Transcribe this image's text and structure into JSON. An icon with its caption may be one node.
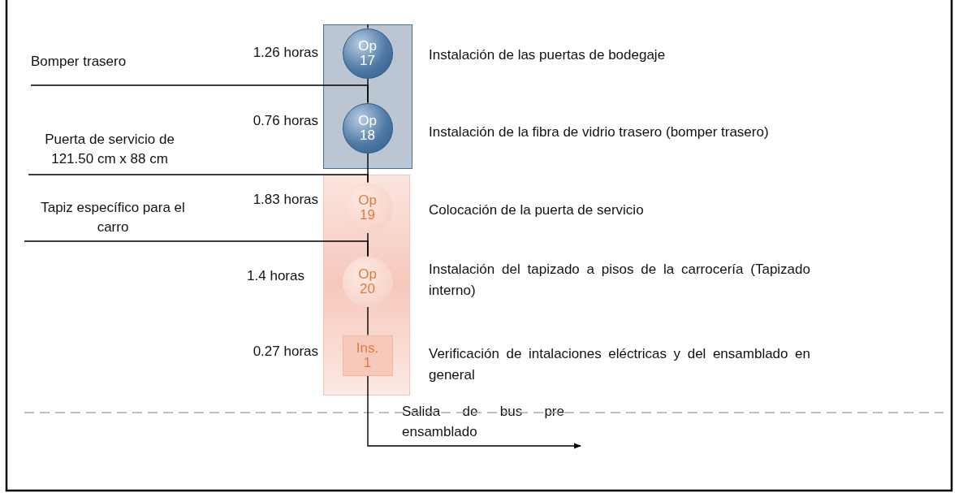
{
  "diagram": {
    "nodes": [
      {
        "text": [],
        "shape": "box"
      },
      {
        "text": [
          "Op 17"
        ],
        "in": 0,
        "beside": [
          "1.26 horas",
          "Instalación de las puertas de bodegaje"
        ]
      },
      {
        "text": [
          "Op 18"
        ],
        "in": 0,
        "beside": [
          "0.76 horas",
          "Instalación de la fibra de vidrio trasero  (bomper trasero)"
        ]
      },
      {
        "text": [],
        "shape": "box"
      },
      {
        "text": [
          "Op 19"
        ],
        "in": 3,
        "beside": [
          "1.83 horas",
          "Colocación de la puerta de servicio"
        ]
      },
      {
        "text": [
          "Op 20"
        ],
        "in": 3,
        "beside": [
          "1.4 horas",
          "Instalación del tapizado a pisos de la carrocería (Tapizado interno)"
        ]
      },
      {
        "text": [
          "Ins. 1"
        ],
        "in": 3,
        "beside": [
          "0.27 horas",
          "Verificación de intalaciones eléctricas y del ensamblado en general"
        ]
      },
      {
        "text": [
          "Bomper trasero"
        ]
      },
      {
        "text": [
          "Puerta de servicio de 121.50 cm x 88 cm"
        ]
      },
      {
        "text": [
          "Tapiz específico para el carro"
        ]
      }
    ],
    "edges": [
      {
        "from": null,
        "to": 1,
        "arrow": "none"
      },
      {
        "from": 1,
        "to": 2,
        "arrow": "none"
      },
      {
        "from": 2,
        "to": 4,
        "arrow": "none"
      },
      {
        "from": 4,
        "to": 5,
        "arrow": "none"
      },
      {
        "from": 5,
        "to": 6,
        "arrow": "none"
      },
      {
        "from": 7,
        "to": 2,
        "arrow": "none"
      },
      {
        "from": 8,
        "to": 4,
        "arrow": "none"
      },
      {
        "from": 9,
        "to": 5,
        "arrow": "none"
      },
      {
        "from": 6,
        "to": null,
        "arrow": "to",
        "label": "Salida de bus pre ensamblado"
      }
    ]
  }
}
